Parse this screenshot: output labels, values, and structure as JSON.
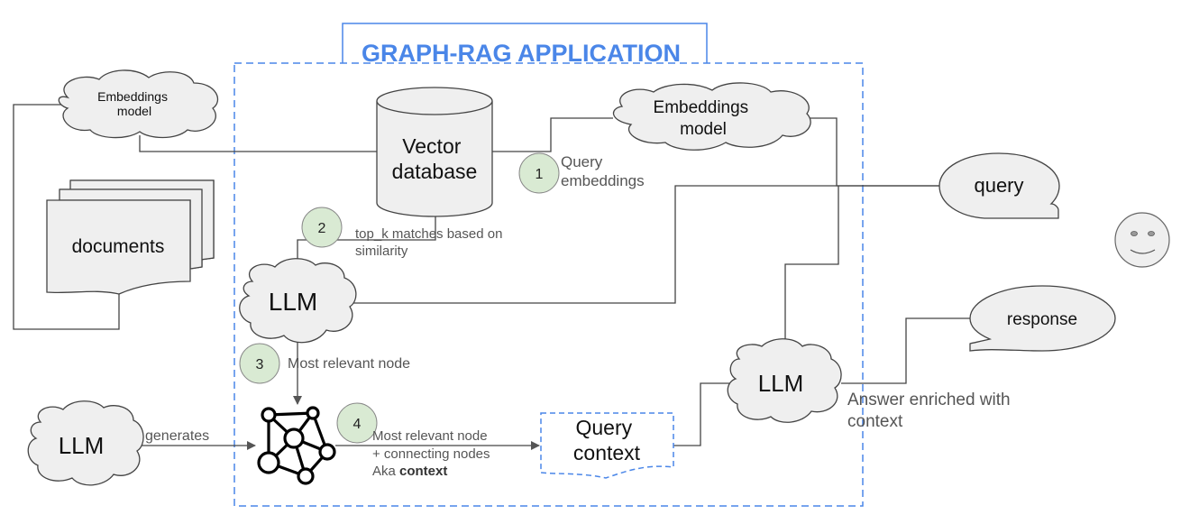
{
  "title": "GRAPH-RAG APPLICATION",
  "nodes": {
    "embeddings_left": [
      "Embeddings",
      "model"
    ],
    "embeddings_right": [
      "Embeddings",
      "model"
    ],
    "vector_db": [
      "Vector",
      "database"
    ],
    "documents": "documents",
    "llm_mid": "LLM",
    "llm_bottom_left": "LLM",
    "llm_right": "LLM",
    "query": "query",
    "response": "response",
    "query_context": [
      "Query",
      "context"
    ]
  },
  "steps": [
    {
      "number": "1",
      "label_lines": [
        "Query",
        "embeddings"
      ]
    },
    {
      "number": "2",
      "label_lines": [
        "top_k matches based on",
        "similarity"
      ]
    },
    {
      "number": "3",
      "label_lines": [
        "Most relevant node"
      ]
    },
    {
      "number": "4",
      "label_lines": [
        "Most relevant node",
        "+ connecting nodes",
        "Aka "
      ],
      "label_emphasis": "context"
    }
  ],
  "edge_labels": {
    "generates": "generates",
    "answer": [
      "Answer enriched with",
      "context"
    ]
  },
  "colors": {
    "accent_blue": "#4a86e8",
    "step_fill": "#d9ead3",
    "shape_fill": "#efefef",
    "line": "#444444",
    "label_text": "#555555"
  },
  "icons": {
    "knowledge_graph": "knowledge-graph-icon",
    "user": "smiley-face-icon"
  }
}
